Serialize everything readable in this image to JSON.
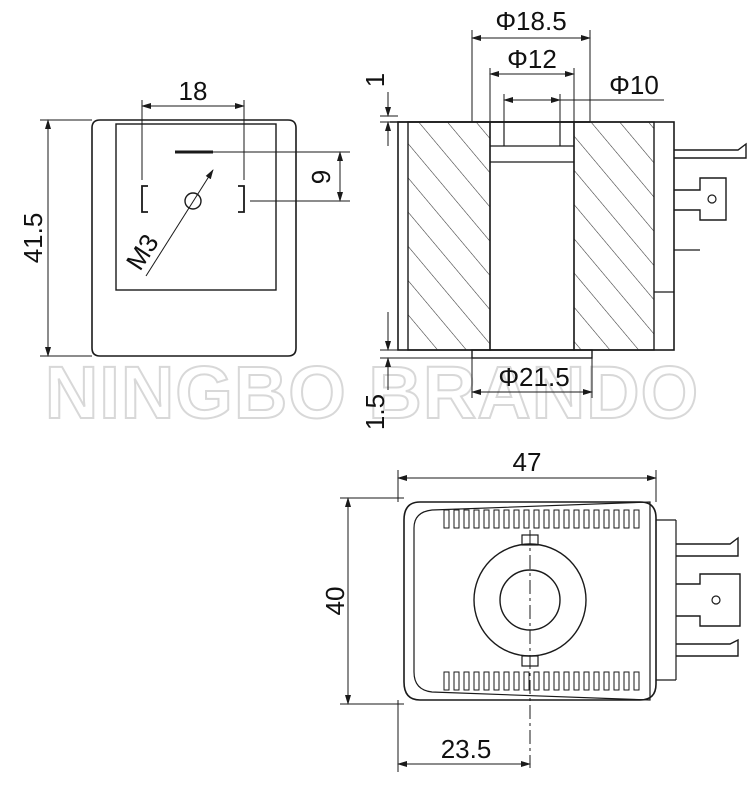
{
  "watermark": "NINGBO BRANDO",
  "front_view": {
    "width_label": "18",
    "height_label": "41.5",
    "offset_label": "9",
    "thread_label": "M3"
  },
  "section_view": {
    "outer_diameter_label": "Φ18.5",
    "mid_diameter_label": "Φ12",
    "inner_diameter_label": "Φ10",
    "top_gap_label": "1",
    "bottom_gap_label": "1.5",
    "base_diameter_label": "Φ21.5"
  },
  "top_view": {
    "length_label": "47",
    "width_label": "40",
    "center_offset_label": "23.5"
  }
}
